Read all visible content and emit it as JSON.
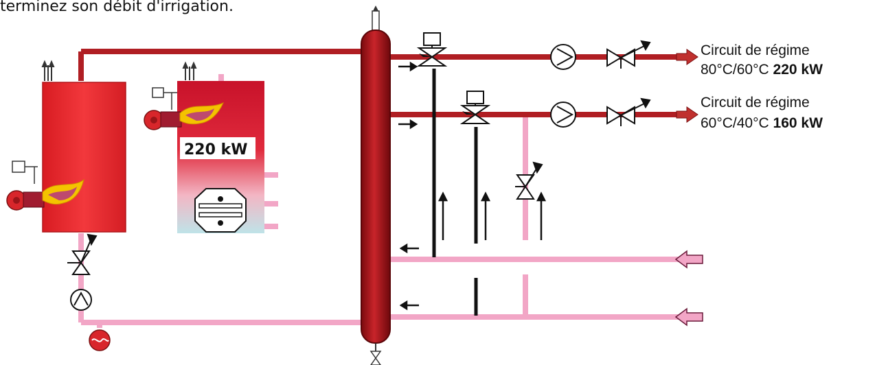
{
  "caption": "terminez son débit d'irrigation.",
  "boiler_2": {
    "power_label": "220 kW"
  },
  "circuits": [
    {
      "name": "Circuit de régime",
      "regime": "80°C/60°C",
      "power": "220 kW"
    },
    {
      "name": "Circuit de régime",
      "regime": "60°C/40°C",
      "power": "160 kW"
    }
  ],
  "colors": {
    "supply_pipe": "#b01e23",
    "return_pipe": "#f2a6c6",
    "boiler_red": "#e8262a",
    "header_dark": "#8e0b10",
    "valve_line": "#111111"
  },
  "icons": [
    "pump-icon",
    "three-way-valve-icon",
    "two-way-valve-icon",
    "burner-icon",
    "expansion-vessel-icon",
    "heat-exchanger-icon",
    "arrow-icon"
  ]
}
